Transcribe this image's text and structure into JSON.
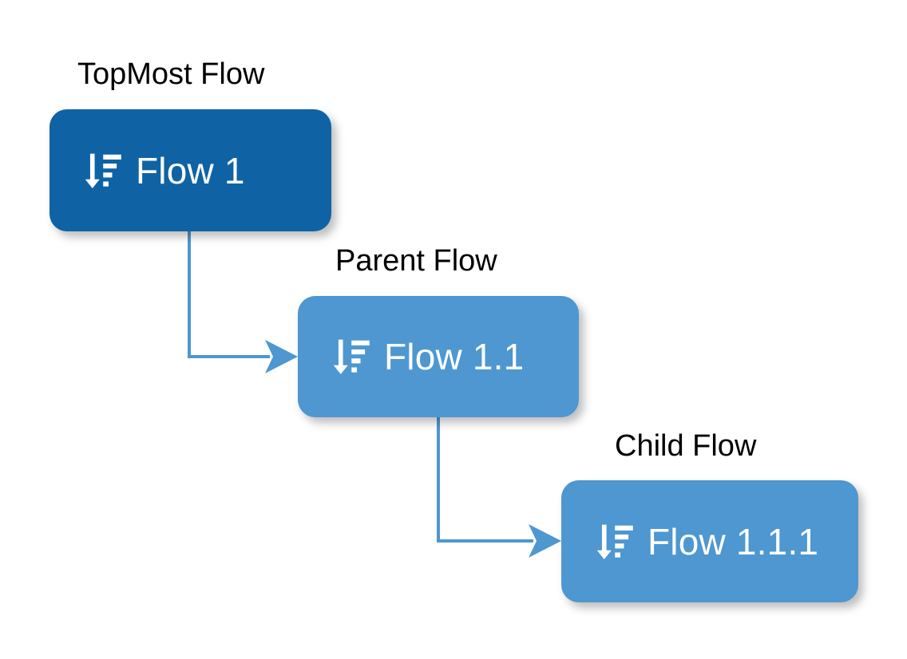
{
  "diagram": {
    "title": "Flow hierarchy diagram",
    "background_color": "#ffffff",
    "connector_color": "#4E97D1",
    "caption_color": "#000000",
    "node_text_color": "#ffffff"
  },
  "nodes": [
    {
      "id": "topmost",
      "caption": "TopMost Flow",
      "label": "Flow 1",
      "color": "#0F63A5",
      "icon": "sort-descending-icon"
    },
    {
      "id": "parent",
      "caption": "Parent Flow",
      "label": "Flow 1.1",
      "color": "#4E97D1",
      "icon": "sort-descending-icon"
    },
    {
      "id": "child",
      "caption": "Child Flow",
      "label": "Flow 1.1.1",
      "color": "#4E97D1",
      "icon": "sort-descending-icon"
    }
  ],
  "connectors": [
    {
      "id": "topmost-to-parent",
      "from": "topmost",
      "to": "parent",
      "style": "elbow-arrow"
    },
    {
      "id": "parent-to-child",
      "from": "parent",
      "to": "child",
      "style": "elbow-arrow"
    }
  ]
}
